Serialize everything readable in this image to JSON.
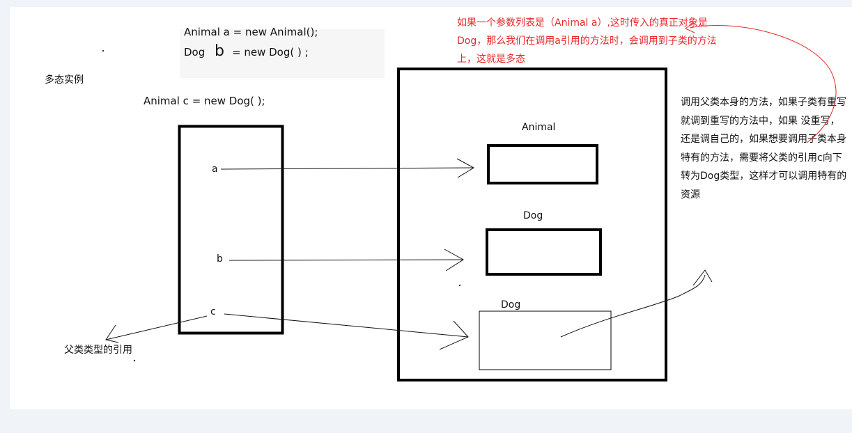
{
  "code": {
    "line1": "Animal  a = new Animal();",
    "line2_prefix": "Dog",
    "line2_var": "b",
    "line2_suffix": "=   new Dog( )  ;",
    "line3": "Animal c = new Dog( );"
  },
  "title": "多态实例",
  "refs": {
    "a": "a",
    "b": "b",
    "c": "c"
  },
  "objects": {
    "animal": "Animal",
    "dog1": "Dog",
    "dog2": "Dog"
  },
  "parent_ref_label": "父类类型的引用",
  "red_note": "如果一个参数列表是（Animal  a）,这时传入的真正对象是Dog，那么我们在调用a引用的方法时，会调用到子类的方法上，这就是多态",
  "black_note": "调用父类本身的方法，如果子类有重写就调到重写的方法中，如果 没重写，还是调自己的，如果想要调用子类本身特有的方法，需要将父类的引用c向下转为Dog类型，这样才可以调用特有的资源",
  "colors": {
    "red_text": "#e8272a",
    "ink": "#111111",
    "background": "#f0f3f8"
  }
}
